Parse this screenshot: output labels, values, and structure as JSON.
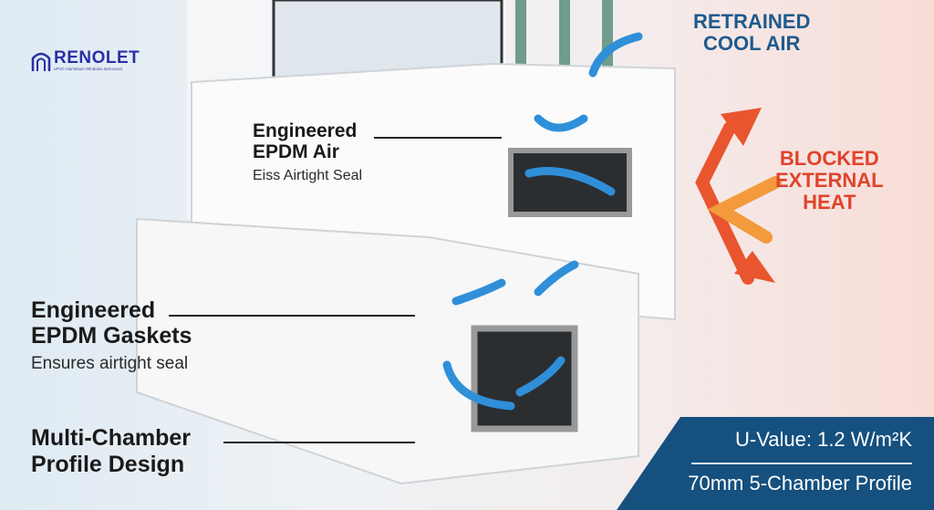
{
  "logo": {
    "name": "RENOLET",
    "tagline": "uPVC Aluminium Windows and Doors"
  },
  "callouts": [
    {
      "title_line1": "Engineered",
      "title_line2": "EPDM Air",
      "subtitle": "Eiss Airtight Seal"
    },
    {
      "title_line1": "Engineered",
      "title_line2": "EPDM Gaskets",
      "subtitle": "Ensures airtight seal"
    },
    {
      "title_line1": "Multi-Chamber",
      "title_line2": "Profile Design"
    }
  ],
  "cool_air": {
    "line1": "RETRAINED",
    "line2": "COOL AIR"
  },
  "heat": {
    "line1": "BLOCKED",
    "line2": "EXTERNAL",
    "line3": "HEAT"
  },
  "specs": {
    "u_value": "U-Value: 1.2 W/m²K",
    "profile": "70mm 5-Chamber Profile"
  },
  "colors": {
    "blue_arrow": "#2f8fd8",
    "heat_red": "#e0432b",
    "badge": "#15507e",
    "brand": "#2a2fa8"
  }
}
